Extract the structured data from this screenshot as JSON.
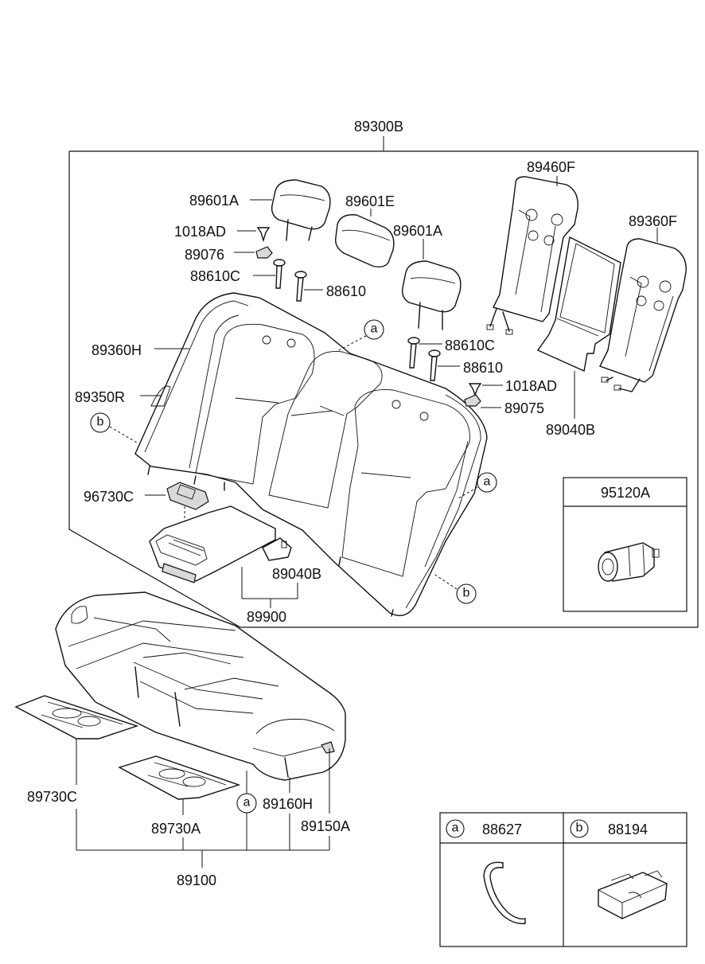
{
  "labels": {
    "assembly_89300B": "89300B",
    "headrest_89601A_left": "89601A",
    "headrest_89601E": "89601E",
    "headrest_89601A_right": "89601A",
    "bolt_1018AD_top": "1018AD",
    "part_89076": "89076",
    "guide_88610C_top": "88610C",
    "guide_88610_top": "88610",
    "frame_89460F": "89460F",
    "cover_89360F": "89360F",
    "cover_89360H": "89360H",
    "pad_89350R": "89350R",
    "guide_88610C_mid": "88610C",
    "guide_88610_mid": "88610",
    "bolt_1018AD_mid": "1018AD",
    "part_89075": "89075",
    "frame_89040B_right": "89040B",
    "switch_96730C": "96730C",
    "armrest_89040B": "89040B",
    "armrest_89900": "89900",
    "socket_95120A": "95120A",
    "heater_89730C": "89730C",
    "heater_89730A": "89730A",
    "cover_89160H": "89160H",
    "pad_89150A": "89150A",
    "cushion_89100": "89100",
    "legend_a_part": "88627",
    "legend_b_part": "88194"
  },
  "callouts": {
    "a": "a",
    "b": "b"
  }
}
